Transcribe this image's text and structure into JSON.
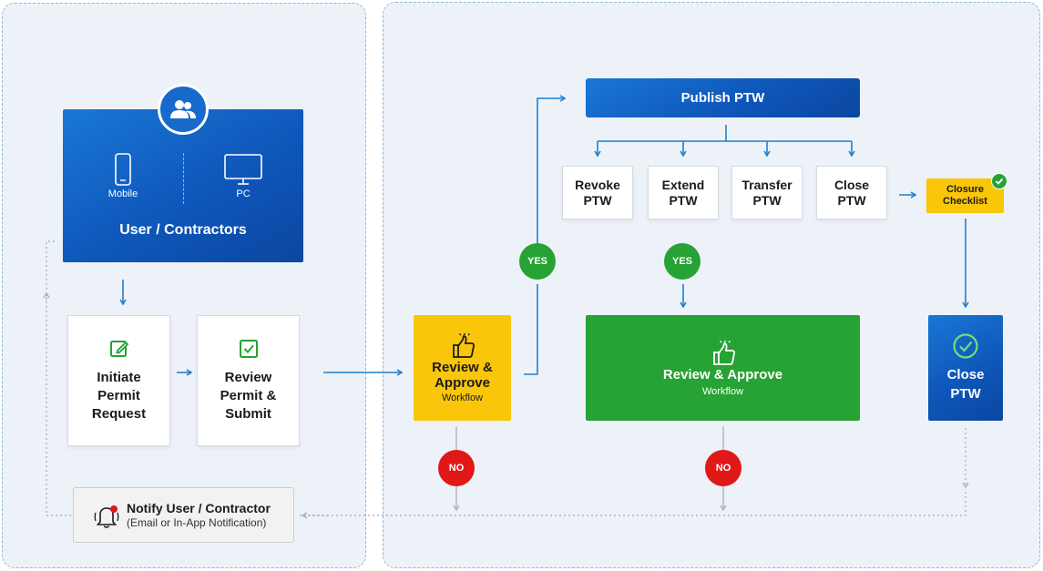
{
  "user": {
    "mobile_label": "Mobile",
    "pc_label": "PC",
    "title": "User / Contractors"
  },
  "initiate": {
    "line1": "Initiate",
    "line2": "Permit",
    "line3": "Request"
  },
  "review_submit": {
    "line1": "Review",
    "line2": "Permit &",
    "line3": "Submit"
  },
  "review_small": {
    "line1": "Review &",
    "line2": "Approve",
    "sub": "Workflow"
  },
  "review_big": {
    "title": "Review & Approve",
    "sub": "Workflow"
  },
  "publish": {
    "label": "Publish PTW"
  },
  "actions": [
    {
      "line1": "Revoke",
      "line2": "PTW"
    },
    {
      "line1": "Extend",
      "line2": "PTW"
    },
    {
      "line1": "Transfer",
      "line2": "PTW"
    },
    {
      "line1": "Close",
      "line2": "PTW"
    }
  ],
  "closure": {
    "line1": "Closure",
    "line2": "Checklist"
  },
  "close_ptw": {
    "line1": "Close",
    "line2": "PTW"
  },
  "decisions": {
    "yes": "YES",
    "no": "NO"
  },
  "notify": {
    "title": "Notify User / Contractor",
    "subtitle": "(Email or In-App Notification)"
  },
  "colors": {
    "blue": "#1565c0",
    "yellow": "#f9c60a",
    "green": "#27a234",
    "red": "#e11818",
    "connector": "#1f7fd0",
    "return_path": "#aab4bf"
  },
  "icons": {
    "user_badge": "users-icon",
    "mobile": "mobile-phone-icon",
    "pc": "desktop-monitor-icon",
    "initiate": "edit-icon",
    "review_submit": "checkbox-icon",
    "review": "thumbs-up-icon",
    "closure": "check-badge-icon",
    "close_ptw": "check-circle-icon",
    "notify": "bell-icon"
  }
}
